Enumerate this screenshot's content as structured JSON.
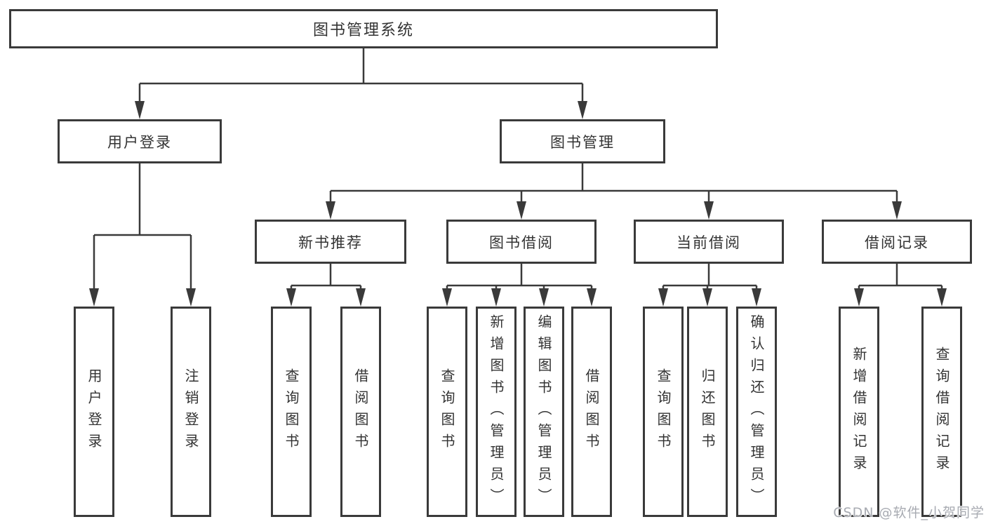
{
  "tree": {
    "root": "图书管理系统",
    "branches": [
      {
        "label": "用户登录",
        "leaves": [
          "用户登录",
          "注销登录"
        ]
      },
      {
        "label": "图书管理",
        "sections": [
          {
            "label": "新书推荐",
            "leaves": [
              "查询图书",
              "借阅图书"
            ]
          },
          {
            "label": "图书借阅",
            "leaves": [
              "查询图书",
              "新增图书（管理员）",
              "编辑图书（管理员）",
              "借阅图书"
            ]
          },
          {
            "label": "当前借阅",
            "leaves": [
              "查询图书",
              "归还图书",
              "确认归还（管理员）"
            ]
          },
          {
            "label": "借阅记录",
            "leaves": [
              "新增借阅记录",
              "查询借阅记录"
            ]
          }
        ]
      }
    ]
  },
  "colors": {
    "line": "#3a3a3a",
    "box_border": "#3a3a3a",
    "box_fill": "#ffffff",
    "text": "#333333",
    "watermark": "#a8abb2"
  },
  "watermark": {
    "text": "CSDN @软件_小贺同学"
  }
}
